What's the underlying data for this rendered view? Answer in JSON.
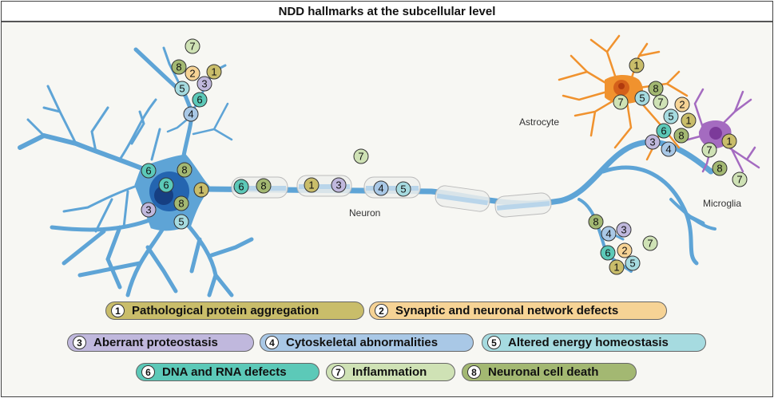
{
  "title": "NDD hallmarks at the subcellular level",
  "cell_labels": {
    "neuron": "Neuron",
    "astrocyte": "Astrocyte",
    "microglia": "Microglia"
  },
  "colors": {
    "neuron": "#5ea4d6",
    "nucleus": "#1f5fa8",
    "astrocyte": "#f0922e",
    "microglia": "#a46bc0",
    "myelin": "#eef0ec"
  },
  "legend": [
    {
      "num": "1",
      "label": "Pathological protein aggregation",
      "color": "#c9bd6a"
    },
    {
      "num": "2",
      "label": "Synaptic and neuronal network defects",
      "color": "#f6d395"
    },
    {
      "num": "3",
      "label": "Aberrant proteostasis",
      "color": "#c0b8dd"
    },
    {
      "num": "4",
      "label": "Cytoskeletal abnormalities",
      "color": "#a9c8e6"
    },
    {
      "num": "5",
      "label": "Altered energy homeostasis",
      "color": "#a6dbe0"
    },
    {
      "num": "6",
      "label": "DNA and RNA defects",
      "color": "#5cc9b8"
    },
    {
      "num": "7",
      "label": "Inflammation",
      "color": "#cfe2b5"
    },
    {
      "num": "8",
      "label": "Neuronal cell death",
      "color": "#a3b872"
    }
  ],
  "badges": {
    "dendrite_top": [
      7,
      8,
      2,
      1,
      5,
      3,
      6,
      4
    ],
    "soma": [
      6,
      8,
      6,
      1,
      8,
      3,
      5
    ],
    "axon": [
      6,
      8,
      1,
      3,
      4,
      5,
      7
    ],
    "glia": [
      1,
      8,
      7,
      5,
      7,
      2,
      5,
      1,
      6,
      8,
      3,
      4,
      1,
      7,
      8,
      7
    ],
    "axon_terminal": [
      8,
      4,
      3,
      7,
      6,
      2,
      1,
      5
    ]
  }
}
